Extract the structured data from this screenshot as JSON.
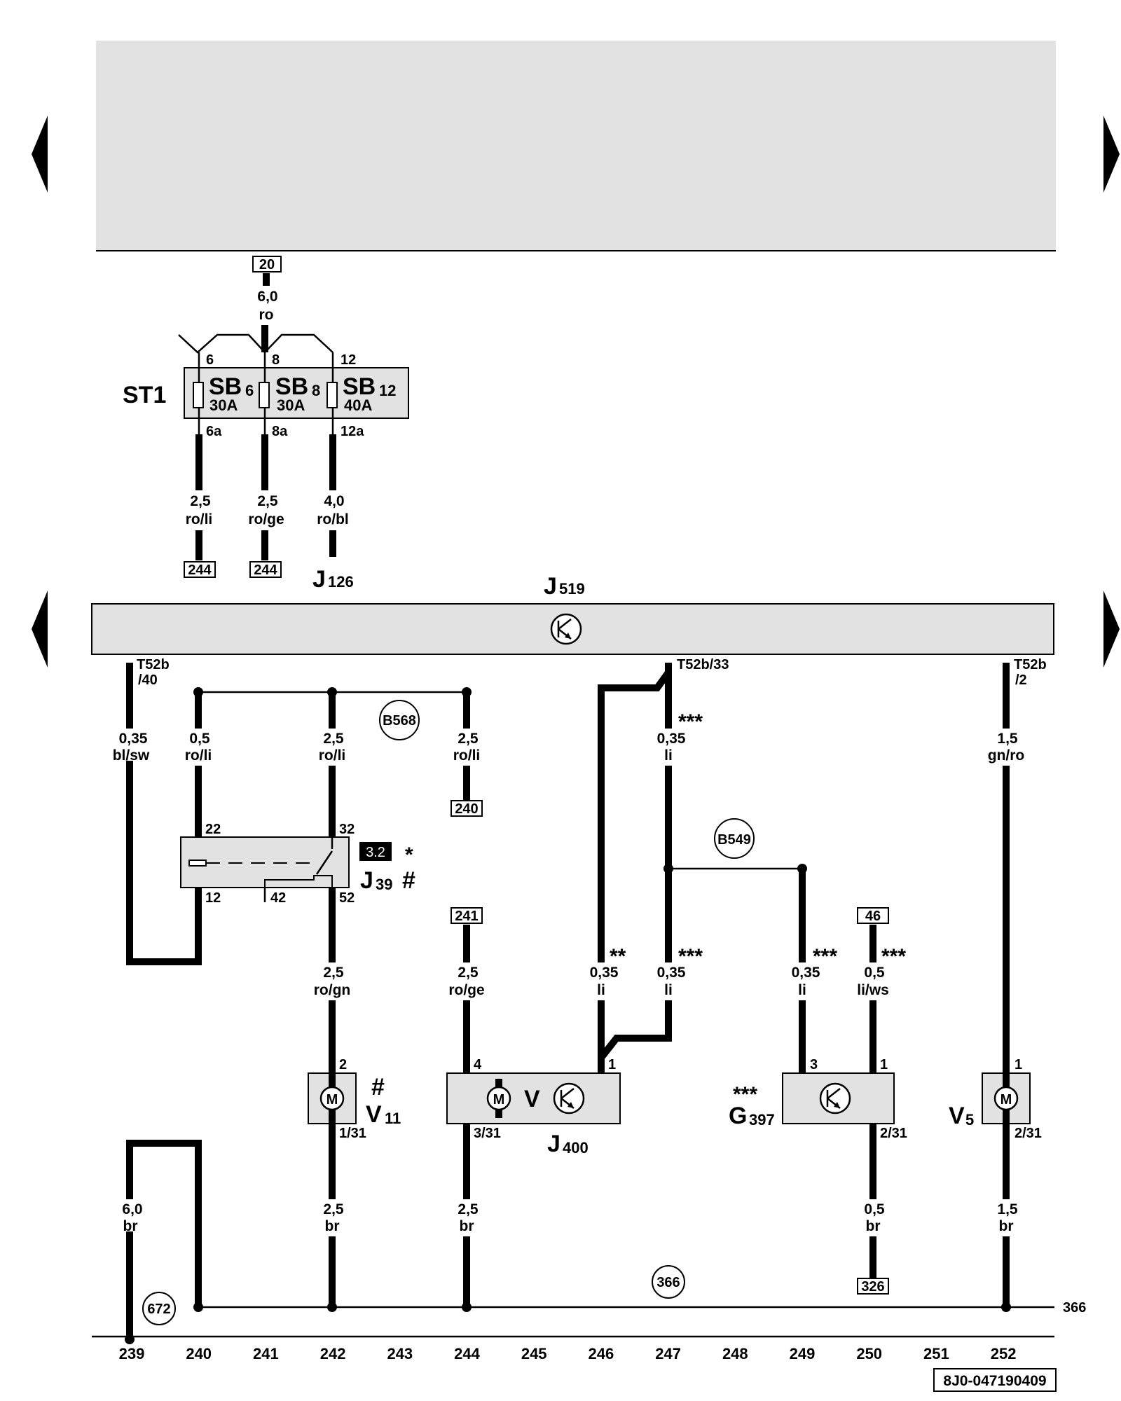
{
  "header": {
    "fill": "#e2e2e2"
  },
  "colors": {
    "wire": "#000000",
    "component_fill": "#e2e2e2",
    "label_inverse_bg": "#000000"
  },
  "nav": {
    "left_arrow_icon": "triangle-left-icon",
    "right_arrow_icon": "triangle-right-icon"
  },
  "fusebox": {
    "name": "ST1",
    "input_ref": "20",
    "input_wire": {
      "size": "6,0",
      "color": "ro"
    },
    "fuses": [
      {
        "sb": "SB",
        "sub": "6",
        "rating": "30A",
        "pin_in": "6",
        "pin_out": "6a",
        "wire_size": "2,5",
        "wire_color": "ro/li",
        "target": "244"
      },
      {
        "sb": "SB",
        "sub": "8",
        "rating": "30A",
        "pin_in": "8",
        "pin_out": "8a",
        "wire_size": "2,5",
        "wire_color": "ro/ge",
        "target": "244"
      },
      {
        "sb": "SB",
        "sub": "12",
        "rating": "40A",
        "pin_in": "12",
        "pin_out": "12a",
        "wire_size": "4,0",
        "wire_color": "ro/bl",
        "target_main": "J",
        "target_sub": "126"
      }
    ]
  },
  "j519": {
    "name": "J",
    "sub": "519",
    "icon": "transistor-icon"
  },
  "wires": {
    "w239": {
      "pin1": "T52b",
      "pin2": "/40",
      "size": "0,35",
      "color": "bl/sw"
    },
    "w240": {
      "size": "0,5",
      "color": "ro/li"
    },
    "w242": {
      "size": "2,5",
      "color": "ro/li"
    },
    "w244": {
      "size": "2,5",
      "color": "ro/li",
      "target": "240"
    },
    "w247": {
      "pin": "T52b/33",
      "stars": "***",
      "size": "0,35",
      "color": "li"
    },
    "w252": {
      "pin1": "T52b",
      "pin2": "/2",
      "size": "1,5",
      "color": "gn/ro"
    },
    "r242": {
      "size": "2,5",
      "color": "ro/gn"
    },
    "r244": {
      "source": "241",
      "size": "2,5",
      "color": "ro/ge"
    },
    "r246": {
      "stars": "**",
      "size": "0,35",
      "color": "li"
    },
    "r247": {
      "stars": "***",
      "size": "0,35",
      "color": "li"
    },
    "r249": {
      "stars": "***",
      "size": "0,35",
      "color": "li"
    },
    "r250": {
      "source": "46",
      "stars": "***",
      "size": "0,5",
      "color": "li/ws"
    },
    "g239": {
      "size": "6,0",
      "color": "br"
    },
    "g242": {
      "size": "2,5",
      "color": "br"
    },
    "g244": {
      "size": "2,5",
      "color": "br"
    },
    "g250": {
      "size": "0,5",
      "color": "br",
      "target": "326"
    },
    "g252": {
      "size": "1,5",
      "color": "br"
    }
  },
  "connectors": {
    "b568": "B568",
    "b549": "B549",
    "c366": "366",
    "c672": "672",
    "ground_ref": "366"
  },
  "relay": {
    "name": "J",
    "sub": "39",
    "mark": "#",
    "ref": "3.2",
    "star": "*",
    "pin22": "22",
    "pin32": "32",
    "pin12": "12",
    "pin42": "42",
    "pin52": "52"
  },
  "components": {
    "v11": {
      "name": "V",
      "sub": "11",
      "mark": "#",
      "motor": "M",
      "pin_top": "2",
      "pin_bottom": "1/31"
    },
    "v": {
      "name": "V",
      "motor": "M",
      "pin4": "4",
      "pin1": "1",
      "pin331": "3/31"
    },
    "j400": {
      "name": "J",
      "sub": "400"
    },
    "g397": {
      "name": "G",
      "sub": "397",
      "stars": "***",
      "pin3": "3",
      "pin1": "1",
      "pin231": "2/31"
    },
    "v5": {
      "name": "V",
      "sub": "5",
      "motor": "M",
      "pin1": "1",
      "pin231": "2/31"
    }
  },
  "columns": [
    "239",
    "240",
    "241",
    "242",
    "243",
    "244",
    "245",
    "246",
    "247",
    "248",
    "249",
    "250",
    "251",
    "252"
  ],
  "doc_id": "8J0-047190409"
}
